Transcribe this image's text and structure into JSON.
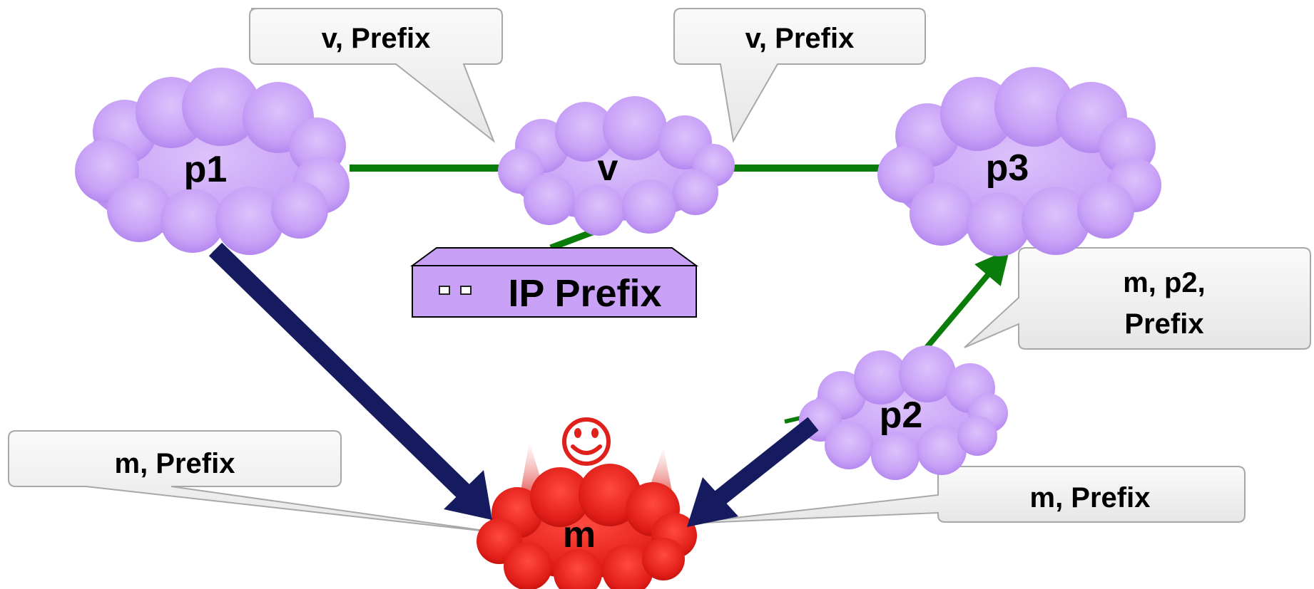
{
  "diagram": {
    "nodes": {
      "p1": {
        "label": "p1"
      },
      "v": {
        "label": "v"
      },
      "p3": {
        "label": "p3"
      },
      "p2": {
        "label": "p2"
      },
      "m": {
        "label": "m"
      }
    },
    "router": {
      "label": "IP Prefix"
    },
    "callouts": {
      "c1": {
        "text": "v, Prefix"
      },
      "c2": {
        "text": "v, Prefix"
      },
      "c3": {
        "line1": "m, p2,",
        "line2": "Prefix"
      },
      "c4": {
        "text": "m, Prefix"
      },
      "c5": {
        "text": "m, Prefix"
      }
    },
    "smiley_icon": "smiley-face-icon",
    "colors": {
      "cloud": "#c9a2f7",
      "attacker_cloud": "#e8231f",
      "link": "#0a7c0a",
      "attack_arrow": "#151b5e",
      "callout_fill": "#eeeeee"
    }
  }
}
